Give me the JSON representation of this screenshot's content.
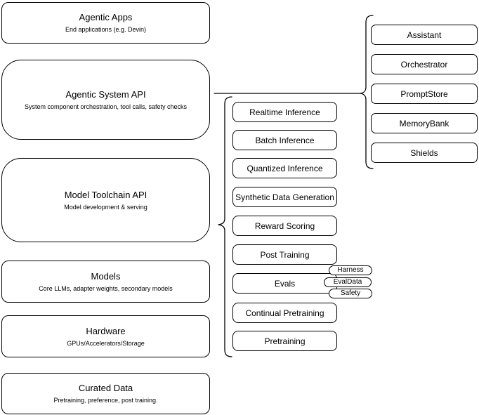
{
  "colors": {
    "background": "#ffffff",
    "node_fill": "#ffffff",
    "node_border": "#000000",
    "text": "#000000"
  },
  "stack": {
    "layers": [
      {
        "title": "Agentic Apps",
        "subtitle": "End applications (e.g. Devin)"
      },
      {
        "title": "Agentic System API",
        "subtitle": "System component orchestration, tool calls, safety checks"
      },
      {
        "title": "Model Toolchain API",
        "subtitle": "Model development & serving"
      },
      {
        "title": "Models",
        "subtitle": "Core LLMs, adapter weights, secondary models"
      },
      {
        "title": "Hardware",
        "subtitle": "GPUs/Accelerators/Storage"
      },
      {
        "title": "Curated Data",
        "subtitle": "Pretraining, preference, post training."
      }
    ]
  },
  "toolchain": {
    "items": [
      "Realtime Inference",
      "Batch Inference",
      "Quantized Inference",
      "Synthetic Data Generation",
      "Reward Scoring",
      "Post Training",
      "Evals",
      "Continual Pretraining",
      "Pretraining"
    ]
  },
  "eval_tags": [
    "Harness",
    "EvalData",
    "Safety"
  ],
  "system_components": [
    "Assistant",
    "Orchestrator",
    "PromptStore",
    "MemoryBank",
    "Shields"
  ]
}
